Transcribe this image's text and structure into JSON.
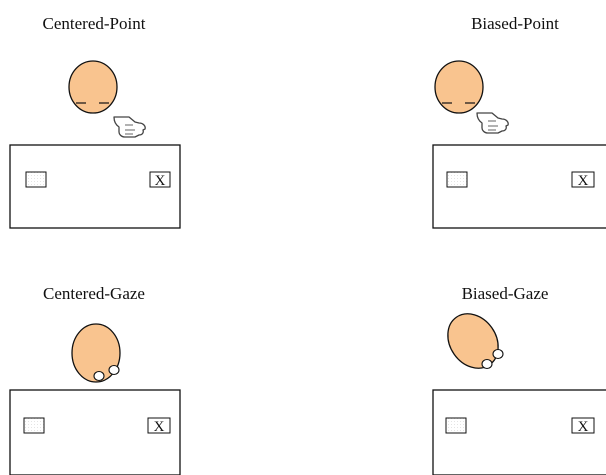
{
  "colors": {
    "skin": "#F9C48F",
    "stroke": "#111111",
    "card_fill": "#ffffff",
    "hand_fill": "#ffffff",
    "hand_stroke": "#555555",
    "dot_fill": "#d8d8d8"
  },
  "panels": [
    {
      "id": "centered-point",
      "title": "Centered-Point",
      "cue": "point",
      "bias": "centered",
      "target_symbol": "X"
    },
    {
      "id": "biased-point",
      "title": "Biased-Point",
      "cue": "point",
      "bias": "biased",
      "target_symbol": "X"
    },
    {
      "id": "centered-gaze",
      "title": "Centered-Gaze",
      "cue": "gaze",
      "bias": "centered",
      "target_symbol": "X"
    },
    {
      "id": "biased-gaze",
      "title": "Biased-Gaze",
      "cue": "gaze",
      "bias": "biased",
      "target_symbol": "X"
    }
  ],
  "icons": {
    "pointing_hand": "pointing-hand-icon",
    "face": "face-icon",
    "eye": "eye-icon"
  }
}
